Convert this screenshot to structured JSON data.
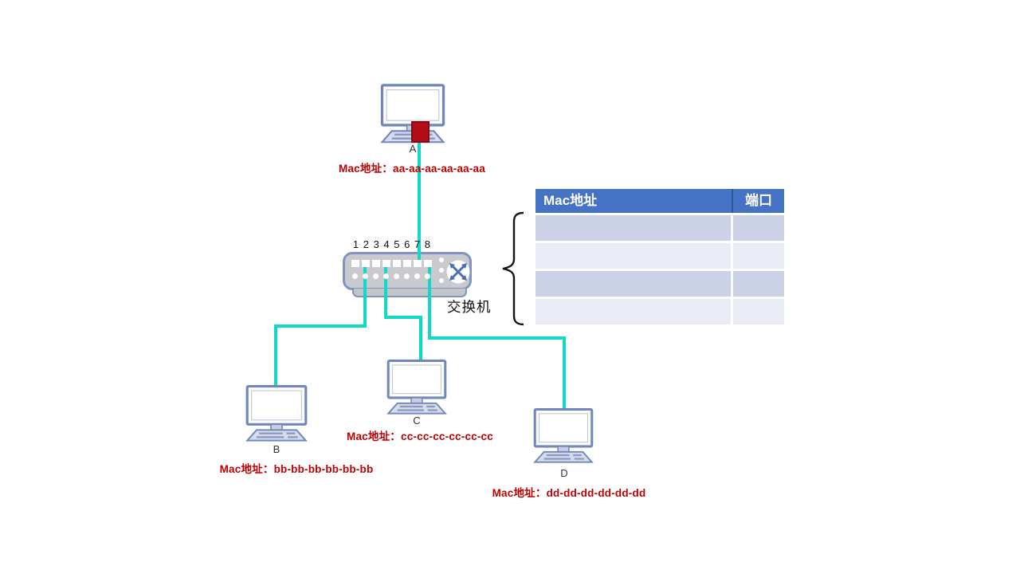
{
  "diagram": {
    "computers": [
      {
        "id": "A",
        "mac": "Mac地址：aa-aa-aa-aa-aa-aa"
      },
      {
        "id": "B",
        "mac": "Mac地址：bb-bb-bb-bb-bb-bb"
      },
      {
        "id": "C",
        "mac": "Mac地址：cc-cc-cc-cc-cc-cc"
      },
      {
        "id": "D",
        "mac": "Mac地址：dd-dd-dd-dd-dd-dd"
      }
    ],
    "switch": {
      "label": "交换机",
      "ports": [
        "1",
        "2",
        "3",
        "4",
        "5",
        "6",
        "7",
        "8"
      ]
    },
    "mac_table": {
      "headers": [
        "Mac地址",
        "端口"
      ],
      "rows": [
        [
          "",
          ""
        ],
        [
          "",
          ""
        ],
        [
          "",
          ""
        ],
        [
          "",
          ""
        ]
      ]
    },
    "colors": {
      "cable": "#12d9c6",
      "mac_text": "#c00000",
      "frame": "#b50d18",
      "table_header_bg": "#4472c4",
      "table_header_text": "#ffffff",
      "row_dark": "#cbd2e8",
      "row_light": "#e9ebf5",
      "device_outline": "#7286be",
      "switch_body": "#c9cace",
      "arrow_icon": "#4a6fb5"
    }
  }
}
